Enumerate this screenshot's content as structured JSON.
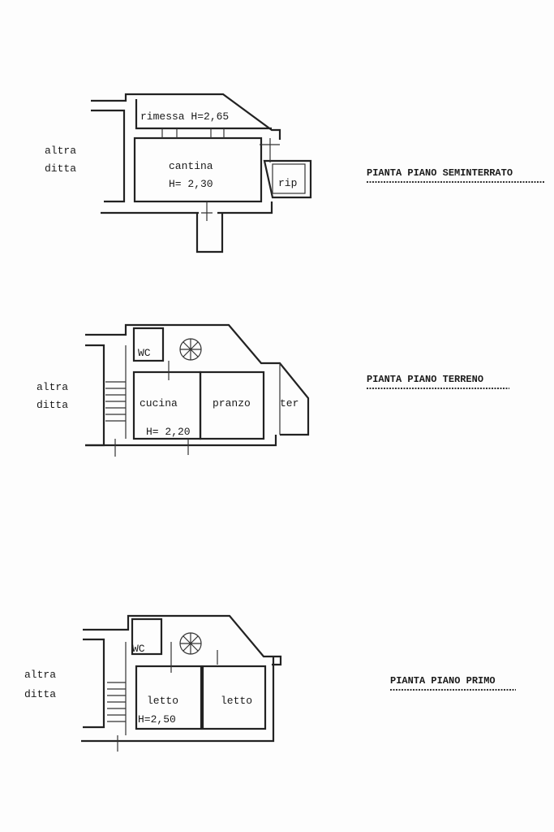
{
  "plans": [
    {
      "title": "PIANTA PIANO SEMINTERRATO",
      "neighbor": [
        "altra",
        "ditta"
      ],
      "rooms": [
        "rimessa H=2,65",
        "cantina",
        "H= 2,30",
        "rip"
      ]
    },
    {
      "title": "PIANTA PIANO TERRENO",
      "neighbor": [
        "altra",
        "ditta"
      ],
      "rooms": [
        "WC",
        "cucina",
        "pranzo",
        "ter",
        "H= 2,20"
      ]
    },
    {
      "title": "PIANTA PIANO PRIMO",
      "neighbor": [
        "altra",
        "ditta"
      ],
      "rooms": [
        "WC",
        "letto",
        "letto",
        "H=2,50"
      ]
    }
  ]
}
